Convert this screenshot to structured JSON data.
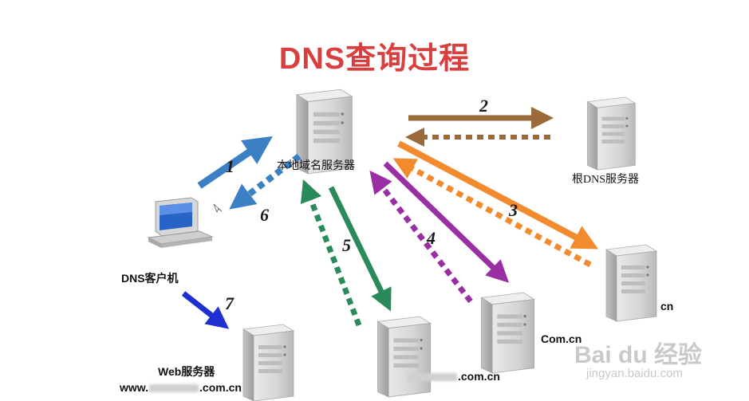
{
  "title": "DNS查询过程",
  "nodes": {
    "local_dns": "本地域名服务器",
    "root_dns": "根DNS服务器",
    "cn_server": "cn",
    "comcn_server": "Com.cn",
    "domain_server_suffix": ".com.cn",
    "client": "DNS客户机",
    "web_server": "Web服务器",
    "web_server_host_prefix": "www.",
    "web_server_host_suffix": ".com.cn"
  },
  "steps": [
    "1",
    "2",
    "3",
    "4",
    "5",
    "6",
    "7"
  ],
  "colors": {
    "title": "#d8403f",
    "step1": "#3b7fc4",
    "step2": "#9a6a3a",
    "step3": "#f28a2e",
    "step4": "#9a2fa3",
    "step5": "#2a8a5a",
    "step6": "#3b7fc4",
    "step7": "#1f2fd0"
  },
  "watermark": {
    "main": "Bai  du 经验",
    "sub": "jingyan.baidu.com"
  }
}
